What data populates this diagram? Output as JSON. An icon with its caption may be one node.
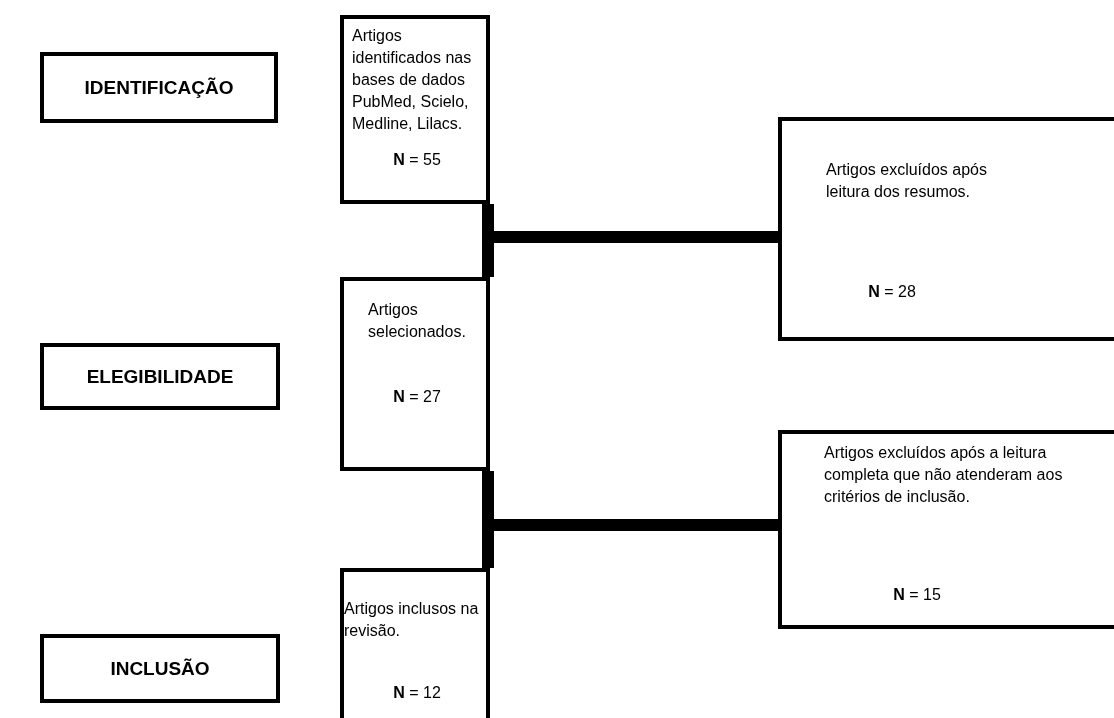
{
  "diagram": {
    "nodes": [
      {
        "text": [
          "IDENTIFICAÇÃO"
        ]
      },
      {
        "text": [
          "Artigos identificados nas bases de dados PubMed, Scielo, Medline, Lilacs.",
          "**N** = 55"
        ]
      },
      {
        "text": [
          "Artigos excluídos após leitura dos resumos.",
          "**N** = 28"
        ]
      },
      {
        "text": [
          "ELEGIBILIDADE"
        ]
      },
      {
        "text": [
          "Artigos selecionados.",
          "**N** = 27"
        ]
      },
      {
        "text": [
          "Artigos excluídos após a leitura completa que não atenderam aos critérios de inclusão.",
          "**N** = 15"
        ]
      },
      {
        "text": [
          "INCLUSÃO"
        ]
      },
      {
        "text": [
          "Artigos inclusos na revisão.",
          "**N** = 12"
        ]
      }
    ],
    "edges": [
      {
        "from": 1,
        "to": 4,
        "arrow": "none"
      },
      {
        "from": 1,
        "to": 2,
        "arrow": "none"
      },
      {
        "from": 4,
        "to": 7,
        "arrow": "none"
      },
      {
        "from": 4,
        "to": 5,
        "arrow": "none"
      }
    ]
  }
}
